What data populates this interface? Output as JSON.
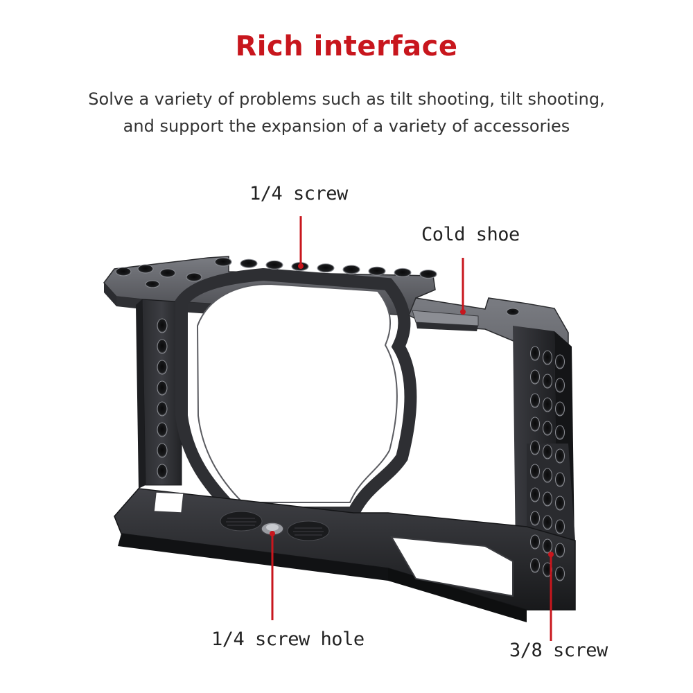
{
  "header": {
    "title": "Rich interface",
    "subtitle_line1": "Solve a variety of problems such as tilt shooting, tilt shooting,",
    "subtitle_line2": "and support the expansion of a variety of accessories"
  },
  "callouts": {
    "screw_quarter_top": "1/4 screw",
    "cold_shoe": "Cold shoe",
    "screw_hole_quarter": "1/4 screw hole",
    "screw_three_eighths": "3/8 screw"
  },
  "colors": {
    "title": "#c8161d",
    "pointer": "#c8161d",
    "metal_dark": "#1c1d20",
    "metal_mid": "#3a3b40",
    "metal_light": "#6c6e74"
  }
}
